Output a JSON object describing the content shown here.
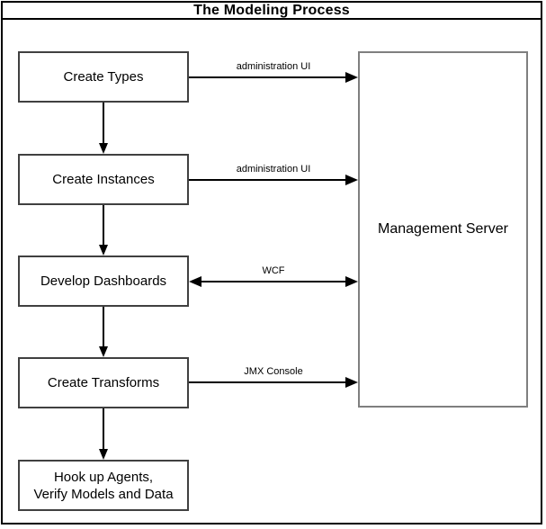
{
  "title": "The Modeling Process",
  "steps": [
    {
      "label": "Create Types"
    },
    {
      "label": "Create Instances"
    },
    {
      "label": "Develop Dashboards"
    },
    {
      "label": "Create Transforms"
    },
    {
      "label": "Hook up Agents,\nVerify Models and Data"
    }
  ],
  "server": {
    "label": "Management Server"
  },
  "connections": [
    {
      "label": "administration UI",
      "from": "Create Types",
      "to": "Management Server",
      "arrow": "right"
    },
    {
      "label": "administration UI",
      "from": "Create Instances",
      "to": "Management Server",
      "arrow": "right"
    },
    {
      "label": "WCF",
      "from": "Develop Dashboards",
      "to": "Management Server",
      "arrow": "both"
    },
    {
      "label": "JMX Console",
      "from": "Create Transforms",
      "to": "Management Server",
      "arrow": "right"
    }
  ],
  "colors": {
    "line": "#000000",
    "step_border": "#404040",
    "server_border": "#7f7f7f",
    "background": "#ffffff",
    "text": "#000000"
  }
}
